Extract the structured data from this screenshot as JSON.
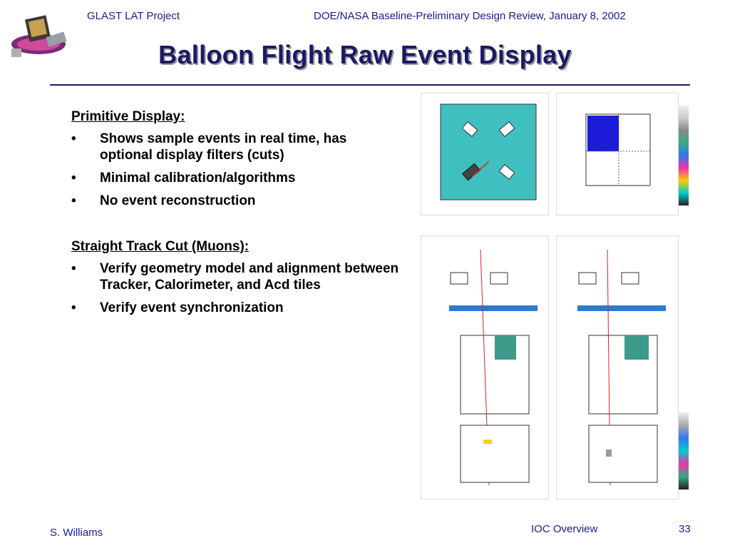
{
  "header": {
    "left": "GLAST LAT Project",
    "right": "DOE/NASA Baseline-Preliminary Design Review, January 8, 2002"
  },
  "title": "Balloon Flight Raw Event Display",
  "sections": [
    {
      "heading": "Primitive Display:",
      "bullets": [
        "Shows sample events in real time, has optional display filters (cuts)",
        "Minimal calibration/algorithms",
        "No event reconstruction"
      ]
    },
    {
      "heading": "Straight Track Cut (Muons):",
      "bullets": [
        "Verify geometry model and alignment between Tracker, Calorimeter, and Acd tiles",
        "Verify event synchronization"
      ]
    }
  ],
  "footer": {
    "author": "S. Williams",
    "topic": "IOC Overview",
    "page": "33"
  },
  "colors": {
    "header_text": "#1a1a99",
    "title_text": "#1a1a66"
  }
}
